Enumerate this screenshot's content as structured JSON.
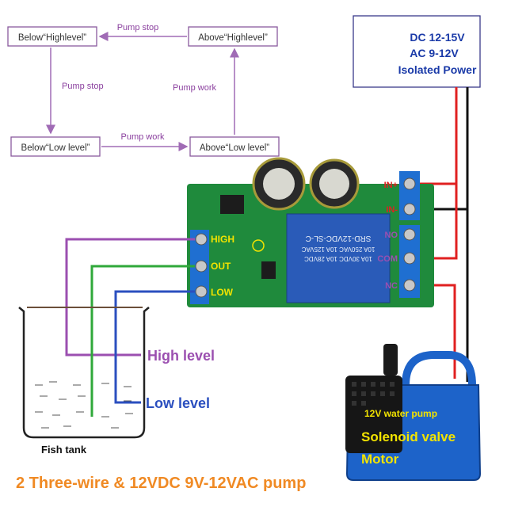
{
  "flow": {
    "box_below_high": "Below“Highlevel”",
    "box_above_high": "Above“Highlevel”",
    "box_below_low": "Below“Low level”",
    "box_above_low": "Above“Low level”",
    "label_top_arrow": "Pump stop",
    "label_left_arrow": "Pump stop",
    "label_right_arrow": "Pump work",
    "label_bottom_arrow": "Pump work",
    "color_boxes": "#8a5a9e"
  },
  "power": {
    "line1": "DC 12-15V",
    "line2": "AC 9-12V",
    "line3": "Isolated Power",
    "text_color": "#1a3aa8"
  },
  "board": {
    "terminals_left": [
      "HIGH",
      "OUT",
      "LOW"
    ],
    "terminals_right": [
      "IN+",
      "IN-",
      "NO",
      "COM",
      "NC"
    ],
    "relay_lines": [
      "SRD-12VDC-SL-C",
      "10A 250VAC 10A 125VAC",
      "10A 30VDC 10A 28VDC"
    ],
    "board_color": "#1f8a3c",
    "relay_color": "#2a5bb8",
    "terminal_color": "#1f6fd1"
  },
  "tank": {
    "label": "Fish tank",
    "high_label": "High level",
    "low_label": "Low level",
    "high_color": "#9b4fb0",
    "low_color": "#2b4fbf"
  },
  "pump": {
    "line1": "12V water pump",
    "line2": "Solenoid valve",
    "line3": "Motor",
    "body_color": "#1d63c9",
    "text_color": "#f2e300"
  },
  "caption": {
    "text": "2 Three-wire & 12VDC 9V-12VAC pump",
    "color": "#f08a24"
  },
  "wire_colors": {
    "high": "#9b4fb0",
    "out": "#2fa83a",
    "low": "#2b4fbf",
    "red": "#e02020",
    "black": "#111111"
  }
}
